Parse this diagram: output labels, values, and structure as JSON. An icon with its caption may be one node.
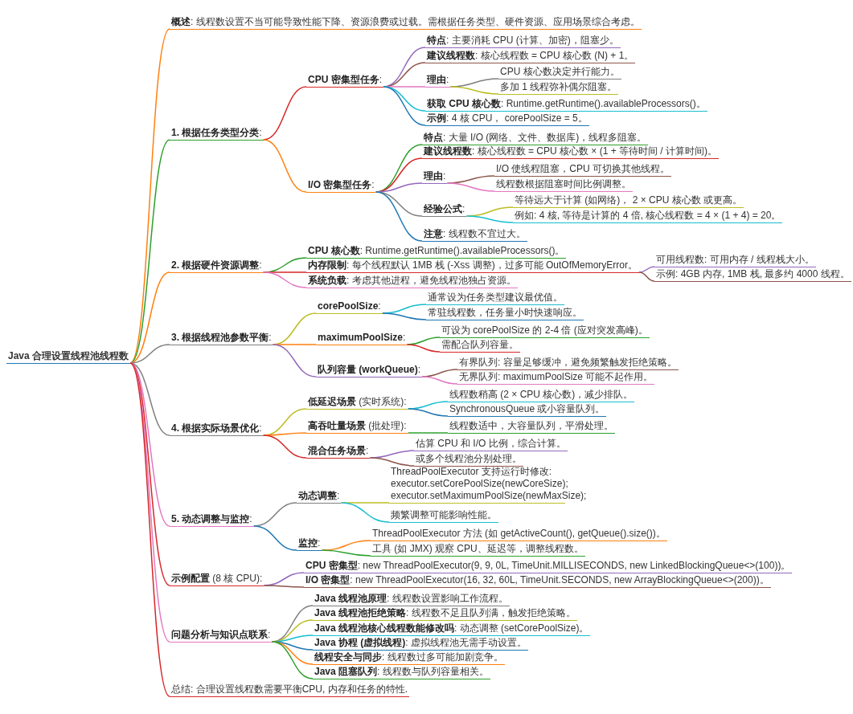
{
  "diagram": {
    "nodes": [
      {
        "text": [
          "Java 合理设置线程池线程数"
        ]
      },
      {
        "text": [
          "**概述**: 线程数设置不当可能导致性能下降、资源浪费或过载。需根据任务类型、硬件资源、应用场景综合考虑。"
        ]
      },
      {
        "text": [
          "**1. 根据任务类型分类**:"
        ]
      },
      {
        "text": [
          "**CPU 密集型任务**:"
        ]
      },
      {
        "text": [
          "**特点**: 主要消耗 CPU (计算、加密)，阻塞少。"
        ]
      },
      {
        "text": [
          "**建议线程数**: 核心线程数 = CPU 核心数 (N) + 1。"
        ]
      },
      {
        "text": [
          "**理由**:"
        ]
      },
      {
        "text": [
          "CPU 核心数决定并行能力。"
        ]
      },
      {
        "text": [
          "多加 1 线程弥补偶尔阻塞。"
        ]
      },
      {
        "text": [
          "**获取 CPU 核心数**: Runtime.getRuntime().availableProcessors()。"
        ]
      },
      {
        "text": [
          "**示例**: 4 核 CPU， corePoolSize = 5。"
        ]
      },
      {
        "text": [
          "**I/O 密集型任务**:"
        ]
      },
      {
        "text": [
          "**特点**: 大量 I/O (网络、文件、数据库)，线程多阻塞。"
        ]
      },
      {
        "text": [
          "**建议线程数**: 核心线程数 = CPU 核心数 × (1 + 等待时间 / 计算时间)。"
        ]
      },
      {
        "text": [
          "**理由**:"
        ]
      },
      {
        "text": [
          "I/O 使线程阻塞，CPU 可切换其他线程。"
        ]
      },
      {
        "text": [
          "线程数根据阻塞时间比例调整。"
        ]
      },
      {
        "text": [
          "**经验公式**:"
        ]
      },
      {
        "text": [
          "等待远大于计算 (如网络)， 2 × CPU 核心数 或更高。"
        ]
      },
      {
        "text": [
          "例如: 4 核, 等待是计算的 4 倍, 核心线程数 = 4 × (1 + 4) = 20。"
        ]
      },
      {
        "text": [
          "**注意**: 线程数不宜过大。"
        ]
      },
      {
        "text": [
          "**2. 根据硬件资源调整**:"
        ]
      },
      {
        "text": [
          "**CPU 核心数**: Runtime.getRuntime().availableProcessors()。"
        ]
      },
      {
        "text": [
          "**内存限制**: 每个线程默认 1MB 栈 (-Xss 调整)，过多可能 OutOfMemoryError。"
        ]
      },
      {
        "text": [
          "可用线程数: 可用内存 / 线程栈大小。"
        ]
      },
      {
        "text": [
          "示例: 4GB 内存, 1MB 栈, 最多约 4000 线程。"
        ]
      },
      {
        "text": [
          "**系统负载**: 考虑其他进程，避免线程池独占资源。"
        ]
      },
      {
        "text": [
          "**3. 根据线程池参数平衡**:"
        ]
      },
      {
        "text": [
          "**corePoolSize**:"
        ]
      },
      {
        "text": [
          "通常设为任务类型建议最优值。"
        ]
      },
      {
        "text": [
          "常驻线程数，任务量小时快速响应。"
        ]
      },
      {
        "text": [
          "**maximumPoolSize**:"
        ]
      },
      {
        "text": [
          "可设为 corePoolSize 的 2-4 倍 (应对突发高峰)。"
        ]
      },
      {
        "text": [
          "需配合队列容量。"
        ]
      },
      {
        "text": [
          "**队列容量 (workQueue)**:"
        ]
      },
      {
        "text": [
          "有界队列: 容量足够缓冲，避免频繁触发拒绝策略。"
        ]
      },
      {
        "text": [
          "无界队列: maximumPoolSize 可能不起作用。"
        ]
      },
      {
        "text": [
          "**4. 根据实际场景优化**:"
        ]
      },
      {
        "text": [
          "**低延迟场景** (实时系统):"
        ]
      },
      {
        "text": [
          "线程数稍高 (2 × CPU 核心数)，减少排队。"
        ]
      },
      {
        "text": [
          "SynchronousQueue 或小容量队列。"
        ]
      },
      {
        "text": [
          "**高吞吐量场景** (批处理):"
        ]
      },
      {
        "text": [
          "线程数适中，大容量队列，平滑处理。"
        ]
      },
      {
        "text": [
          "**混合任务场景**:"
        ]
      },
      {
        "text": [
          "估算 CPU 和 I/O 比例，综合计算。"
        ]
      },
      {
        "text": [
          "或多个线程池分别处理。"
        ]
      },
      {
        "text": [
          "**5. 动态调整与监控**:"
        ]
      },
      {
        "text": [
          "**动态调整**:"
        ]
      },
      {
        "text": [
          "ThreadPoolExecutor 支持运行时修改: executor.setCorePoolSize(newCoreSize); executor.setMaximumPoolSize(newMaxSize);"
        ]
      },
      {
        "text": [
          "频繁调整可能影响性能。"
        ]
      },
      {
        "text": [
          "**监控**:"
        ]
      },
      {
        "text": [
          "ThreadPoolExecutor 方法 (如 getActiveCount(), getQueue().size())。"
        ]
      },
      {
        "text": [
          "工具 (如 JMX) 观察 CPU、延迟等，调整线程数。"
        ]
      },
      {
        "text": [
          "**示例配置** (8 核 CPU):"
        ]
      },
      {
        "text": [
          "**CPU 密集型**: new ThreadPoolExecutor(9, 9, 0L, TimeUnit.MILLISECONDS, new LinkedBlockingQueue<>(100))。"
        ]
      },
      {
        "text": [
          "**I/O 密集型**: new ThreadPoolExecutor(16, 32, 60L, TimeUnit.SECONDS, new ArrayBlockingQueue<>(200))。"
        ]
      },
      {
        "text": [
          "**问题分析与知识点联系**:"
        ]
      },
      {
        "text": [
          "**Java 线程池原理**: 线程数设置影响工作流程。"
        ]
      },
      {
        "text": [
          "**Java 线程池拒绝策略**: 线程数不足且队列满，触发拒绝策略。"
        ]
      },
      {
        "text": [
          "**Java 线程池核心线程数能修改吗**: 动态调整 (setCorePoolSize)。"
        ]
      },
      {
        "text": [
          "**Java 协程 (虚拟线程)**: 虚拟线程池无需手动设置。"
        ]
      },
      {
        "text": [
          "**线程安全与同步**: 线程数过多可能加剧竞争。"
        ]
      },
      {
        "text": [
          "**Java 阻塞队列**: 线程数与队列容量相关。"
        ]
      },
      {
        "text": [
          "总结: 合理设置线程数需要平衡CPU, 内存和任务的特性."
        ]
      }
    ],
    "edges": [
      {
        "from": 0,
        "to": 1,
        "arrow": "none",
        "color": "#ff7f0e"
      },
      {
        "from": 0,
        "to": 2,
        "arrow": "none",
        "color": "#2ca02c"
      },
      {
        "from": 2,
        "to": 3,
        "arrow": "none",
        "color": "#d62728"
      },
      {
        "from": 3,
        "to": 4,
        "arrow": "none",
        "color": "#9467bd"
      },
      {
        "from": 3,
        "to": 5,
        "arrow": "none",
        "color": "#8c564b"
      },
      {
        "from": 3,
        "to": 6,
        "arrow": "none",
        "color": "#e377c2"
      },
      {
        "from": 6,
        "to": 7,
        "arrow": "none",
        "color": "#7f7f7f"
      },
      {
        "from": 6,
        "to": 8,
        "arrow": "none",
        "color": "#bcbd22"
      },
      {
        "from": 3,
        "to": 9,
        "arrow": "none",
        "color": "#17becf"
      },
      {
        "from": 3,
        "to": 10,
        "arrow": "none",
        "color": "#1f77b4"
      },
      {
        "from": 2,
        "to": 11,
        "arrow": "none",
        "color": "#ff7f0e"
      },
      {
        "from": 11,
        "to": 12,
        "arrow": "none",
        "color": "#2ca02c"
      },
      {
        "from": 11,
        "to": 13,
        "arrow": "none",
        "color": "#d62728"
      },
      {
        "from": 11,
        "to": 14,
        "arrow": "none",
        "color": "#9467bd"
      },
      {
        "from": 14,
        "to": 15,
        "arrow": "none",
        "color": "#8c564b"
      },
      {
        "from": 14,
        "to": 16,
        "arrow": "none",
        "color": "#e377c2"
      },
      {
        "from": 11,
        "to": 17,
        "arrow": "none",
        "color": "#7f7f7f"
      },
      {
        "from": 17,
        "to": 18,
        "arrow": "none",
        "color": "#bcbd22"
      },
      {
        "from": 17,
        "to": 19,
        "arrow": "none",
        "color": "#17becf"
      },
      {
        "from": 11,
        "to": 20,
        "arrow": "none",
        "color": "#1f77b4"
      },
      {
        "from": 0,
        "to": 21,
        "arrow": "none",
        "color": "#ff7f0e"
      },
      {
        "from": 21,
        "to": 22,
        "arrow": "none",
        "color": "#2ca02c"
      },
      {
        "from": 21,
        "to": 23,
        "arrow": "none",
        "color": "#d62728"
      },
      {
        "from": 23,
        "to": 24,
        "arrow": "none",
        "color": "#9467bd"
      },
      {
        "from": 23,
        "to": 25,
        "arrow": "none",
        "color": "#8c564b"
      },
      {
        "from": 21,
        "to": 26,
        "arrow": "none",
        "color": "#e377c2"
      },
      {
        "from": 0,
        "to": 27,
        "arrow": "none",
        "color": "#7f7f7f"
      },
      {
        "from": 27,
        "to": 28,
        "arrow": "none",
        "color": "#bcbd22"
      },
      {
        "from": 28,
        "to": 29,
        "arrow": "none",
        "color": "#17becf"
      },
      {
        "from": 28,
        "to": 30,
        "arrow": "none",
        "color": "#1f77b4"
      },
      {
        "from": 27,
        "to": 31,
        "arrow": "none",
        "color": "#ff7f0e"
      },
      {
        "from": 31,
        "to": 32,
        "arrow": "none",
        "color": "#2ca02c"
      },
      {
        "from": 31,
        "to": 33,
        "arrow": "none",
        "color": "#d62728"
      },
      {
        "from": 27,
        "to": 34,
        "arrow": "none",
        "color": "#9467bd"
      },
      {
        "from": 34,
        "to": 35,
        "arrow": "none",
        "color": "#8c564b"
      },
      {
        "from": 34,
        "to": 36,
        "arrow": "none",
        "color": "#e377c2"
      },
      {
        "from": 0,
        "to": 37,
        "arrow": "none",
        "color": "#7f7f7f"
      },
      {
        "from": 37,
        "to": 38,
        "arrow": "none",
        "color": "#bcbd22"
      },
      {
        "from": 38,
        "to": 39,
        "arrow": "none",
        "color": "#17becf"
      },
      {
        "from": 38,
        "to": 40,
        "arrow": "none",
        "color": "#1f77b4"
      },
      {
        "from": 37,
        "to": 41,
        "arrow": "none",
        "color": "#ff7f0e"
      },
      {
        "from": 41,
        "to": 42,
        "arrow": "none",
        "color": "#2ca02c"
      },
      {
        "from": 37,
        "to": 43,
        "arrow": "none",
        "color": "#d62728"
      },
      {
        "from": 43,
        "to": 44,
        "arrow": "none",
        "color": "#9467bd"
      },
      {
        "from": 43,
        "to": 45,
        "arrow": "none",
        "color": "#8c564b"
      },
      {
        "from": 0,
        "to": 46,
        "arrow": "none",
        "color": "#e377c2"
      },
      {
        "from": 46,
        "to": 47,
        "arrow": "none",
        "color": "#7f7f7f"
      },
      {
        "from": 47,
        "to": 48,
        "arrow": "none",
        "color": "#bcbd22"
      },
      {
        "from": 47,
        "to": 49,
        "arrow": "none",
        "color": "#17becf"
      },
      {
        "from": 46,
        "to": 50,
        "arrow": "none",
        "color": "#1f77b4"
      },
      {
        "from": 50,
        "to": 51,
        "arrow": "none",
        "color": "#ff7f0e"
      },
      {
        "from": 50,
        "to": 52,
        "arrow": "none",
        "color": "#2ca02c"
      },
      {
        "from": 0,
        "to": 53,
        "arrow": "none",
        "color": "#d62728"
      },
      {
        "from": 53,
        "to": 54,
        "arrow": "none",
        "color": "#9467bd"
      },
      {
        "from": 53,
        "to": 55,
        "arrow": "none",
        "color": "#8c564b"
      },
      {
        "from": 0,
        "to": 56,
        "arrow": "none",
        "color": "#e377c2"
      },
      {
        "from": 56,
        "to": 57,
        "arrow": "none",
        "color": "#7f7f7f"
      },
      {
        "from": 56,
        "to": 58,
        "arrow": "none",
        "color": "#bcbd22"
      },
      {
        "from": 56,
        "to": 59,
        "arrow": "none",
        "color": "#17becf"
      },
      {
        "from": 56,
        "to": 60,
        "arrow": "none",
        "color": "#1f77b4"
      },
      {
        "from": 56,
        "to": 61,
        "arrow": "none",
        "color": "#ff7f0e"
      },
      {
        "from": 56,
        "to": 62,
        "arrow": "none",
        "color": "#2ca02c"
      },
      {
        "from": 0,
        "to": 63,
        "arrow": "none",
        "color": "#d62728"
      }
    ]
  }
}
